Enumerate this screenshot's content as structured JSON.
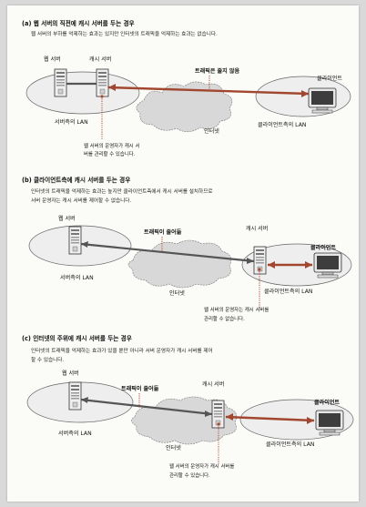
{
  "colors": {
    "accent": "#a2472f",
    "dot": "#b04a2f",
    "lan": "#eeeeee",
    "cloud": "#d8d8d8",
    "link": "#555555"
  },
  "a": {
    "heading": "(a) 웹 서버의 직전에 캐시 서버를 두는 경우",
    "desc": "웹 서버의 부하를 억제하는 효과는 있지만 인터넷의 트래픽을 억제하는 효과는 없습니다.",
    "web_server": "웹 서버",
    "cache_server": "캐시 서버",
    "traffic": "트래픽은 줄지 않음",
    "client": "클라이언트",
    "server_lan": "서버측의 LAN",
    "internet": "인터넷",
    "client_lan": "클라이언트측의 LAN",
    "note_l1": "웹 서버의 운영자가 캐시 서",
    "note_l2": "버를 관리할 수 있습니다."
  },
  "b": {
    "heading": "(b) 클라이언트측에 캐시 서버를 두는 경우",
    "desc_l1": "인터넷의 트래픽을 억제하는 효과는 높지만 클라이언트측에서 캐시 서버를 설치하므로",
    "desc_l2": "서버 운영자는 캐시 서버를 제어할 수 없습니다.",
    "web_server": "웹 서버",
    "traffic": "트래픽이 줄어듦",
    "cache_server": "캐시 서버",
    "client": "클라이언트",
    "server_lan": "서버측의 LAN",
    "internet": "인터넷",
    "client_lan": "클라이언트측의 LAN",
    "note_l1": "웹 서버의 운영자는 캐시 서버를",
    "note_l2": "관리할 수 없습니다."
  },
  "c": {
    "heading": "(c) 인터넷의 주위에 캐시 서버를 두는 경우",
    "desc_l1": "인터넷의 트래픽을 억제하는 효과가 있을 뿐만 아니라 서버 운영자가 캐시 서버를 제어",
    "desc_l2": "할 수 있습니다.",
    "web_server": "웹 서버",
    "traffic": "트래픽이 줄어듦",
    "cache_server": "캐시 서버",
    "client": "클라이언트",
    "server_lan": "서버측의 LAN",
    "internet": "인터넷",
    "client_lan": "클라이언트측의 LAN",
    "note_l1": "웹 서버의 운영자가 캐시 서버를",
    "note_l2": "관리할 수 있습니다."
  }
}
